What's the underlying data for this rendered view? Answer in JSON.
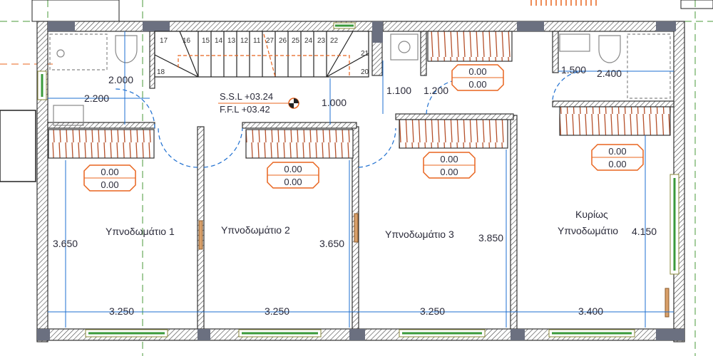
{
  "rooms": [
    {
      "name": "Υπνοδωμάτιο 1",
      "area": [
        "0.00",
        "0.00"
      ]
    },
    {
      "name": "Υπνοδωμάτιο 2",
      "area": [
        "0.00",
        "0.00"
      ]
    },
    {
      "name": "Υπνοδωμάτιο 3",
      "area": [
        "0.00",
        "0.00"
      ]
    },
    {
      "name_line1": "Κυρίως",
      "name_line2": "Υπνοδωμάτιο",
      "area": [
        "0.00",
        "0.00"
      ]
    }
  ],
  "extra_area_tag": [
    "0.00",
    "0.00"
  ],
  "levels": {
    "ssl": "S.S.L +03.24",
    "ffl": "F.F.L +03.42"
  },
  "dimensions": {
    "bath_left_height": "2.000",
    "bath_left_width": "2.200",
    "corridor": "1.000",
    "closet_a": "1.100",
    "closet_b": "1.200",
    "bath_right_a": "1.500",
    "bath_right_b": "2.400",
    "bed1_depth": "3.650",
    "bed2_depth": "3.650",
    "bed3_depth": "3.850",
    "master_depth": "4.150",
    "bed1_width": "3.250",
    "bed2_width": "3.250",
    "bed3_width": "3.250",
    "master_width": "3.400"
  },
  "stair_steps": [
    "17",
    "16",
    "15",
    "14",
    "13",
    "12",
    "11",
    "27",
    "26",
    "25",
    "24",
    "23",
    "22",
    "21",
    "20",
    "18"
  ],
  "colors": {
    "wall": "#555",
    "hatch": "#333",
    "dim": "#1e6fd0",
    "orange": "#e8641e",
    "green": "#3a9a3a",
    "wardrobe": "#b5502a"
  }
}
